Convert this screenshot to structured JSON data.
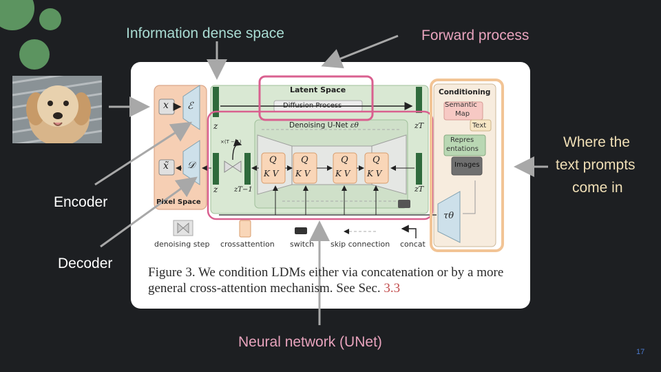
{
  "annotations": {
    "information_dense_space": "Information dense space",
    "forward_process": "Forward process",
    "encoder": "Encoder",
    "decoder": "Decoder",
    "where_text_prompts_line1": "Where the",
    "where_text_prompts_line2": "text prompts",
    "where_text_prompts_line3": "come in",
    "neural_network": "Neural network (UNet)"
  },
  "figure": {
    "latent_space": "Latent Space",
    "diffusion_process": "Diffusion Process",
    "denoising_unet": "Denoising U-Net",
    "denoising_unet_symbol": "εθ",
    "pixel_space": "Pixel Space",
    "conditioning": "Conditioning",
    "semantic_map_line1": "Semantic",
    "semantic_map_line2": "Map",
    "text": "Text",
    "representations_line1": "Repres",
    "representations_line2": "entations",
    "images": "Images",
    "x": "x",
    "x_tilde": "x̃",
    "encoder_symbol": "ℰ",
    "decoder_symbol": "𝒟",
    "z": "z",
    "z_T": "zT",
    "z_T_minus_1": "zT−1",
    "times_T_minus_1": "×(T − 1)",
    "tau_theta": "τθ",
    "qkv_q": "Q",
    "qkv_kv": "K V",
    "legend_denoising_step": "denoising step",
    "legend_crossattention": "crossattention",
    "legend_switch": "switch",
    "legend_skip_connection": "skip connection",
    "legend_concat": "concat"
  },
  "caption": {
    "text": "Figure 3.   We condition LDMs either via concatenation or by a more general cross-attention mechanism. See Sec.",
    "ref": "3.3"
  },
  "slide_number": "17",
  "colors": {
    "background": "#1d1f22",
    "annotation_teal": "#a9dcd3",
    "annotation_pink": "#e8a3bd",
    "annotation_cream": "#f0dfb6",
    "highlight_pink": "#d9608f",
    "highlight_orange": "#f2c495",
    "latent_green": "#d9e8d3",
    "dark_green": "#2f6a3c",
    "pixel_orange": "#f6cfb4"
  }
}
